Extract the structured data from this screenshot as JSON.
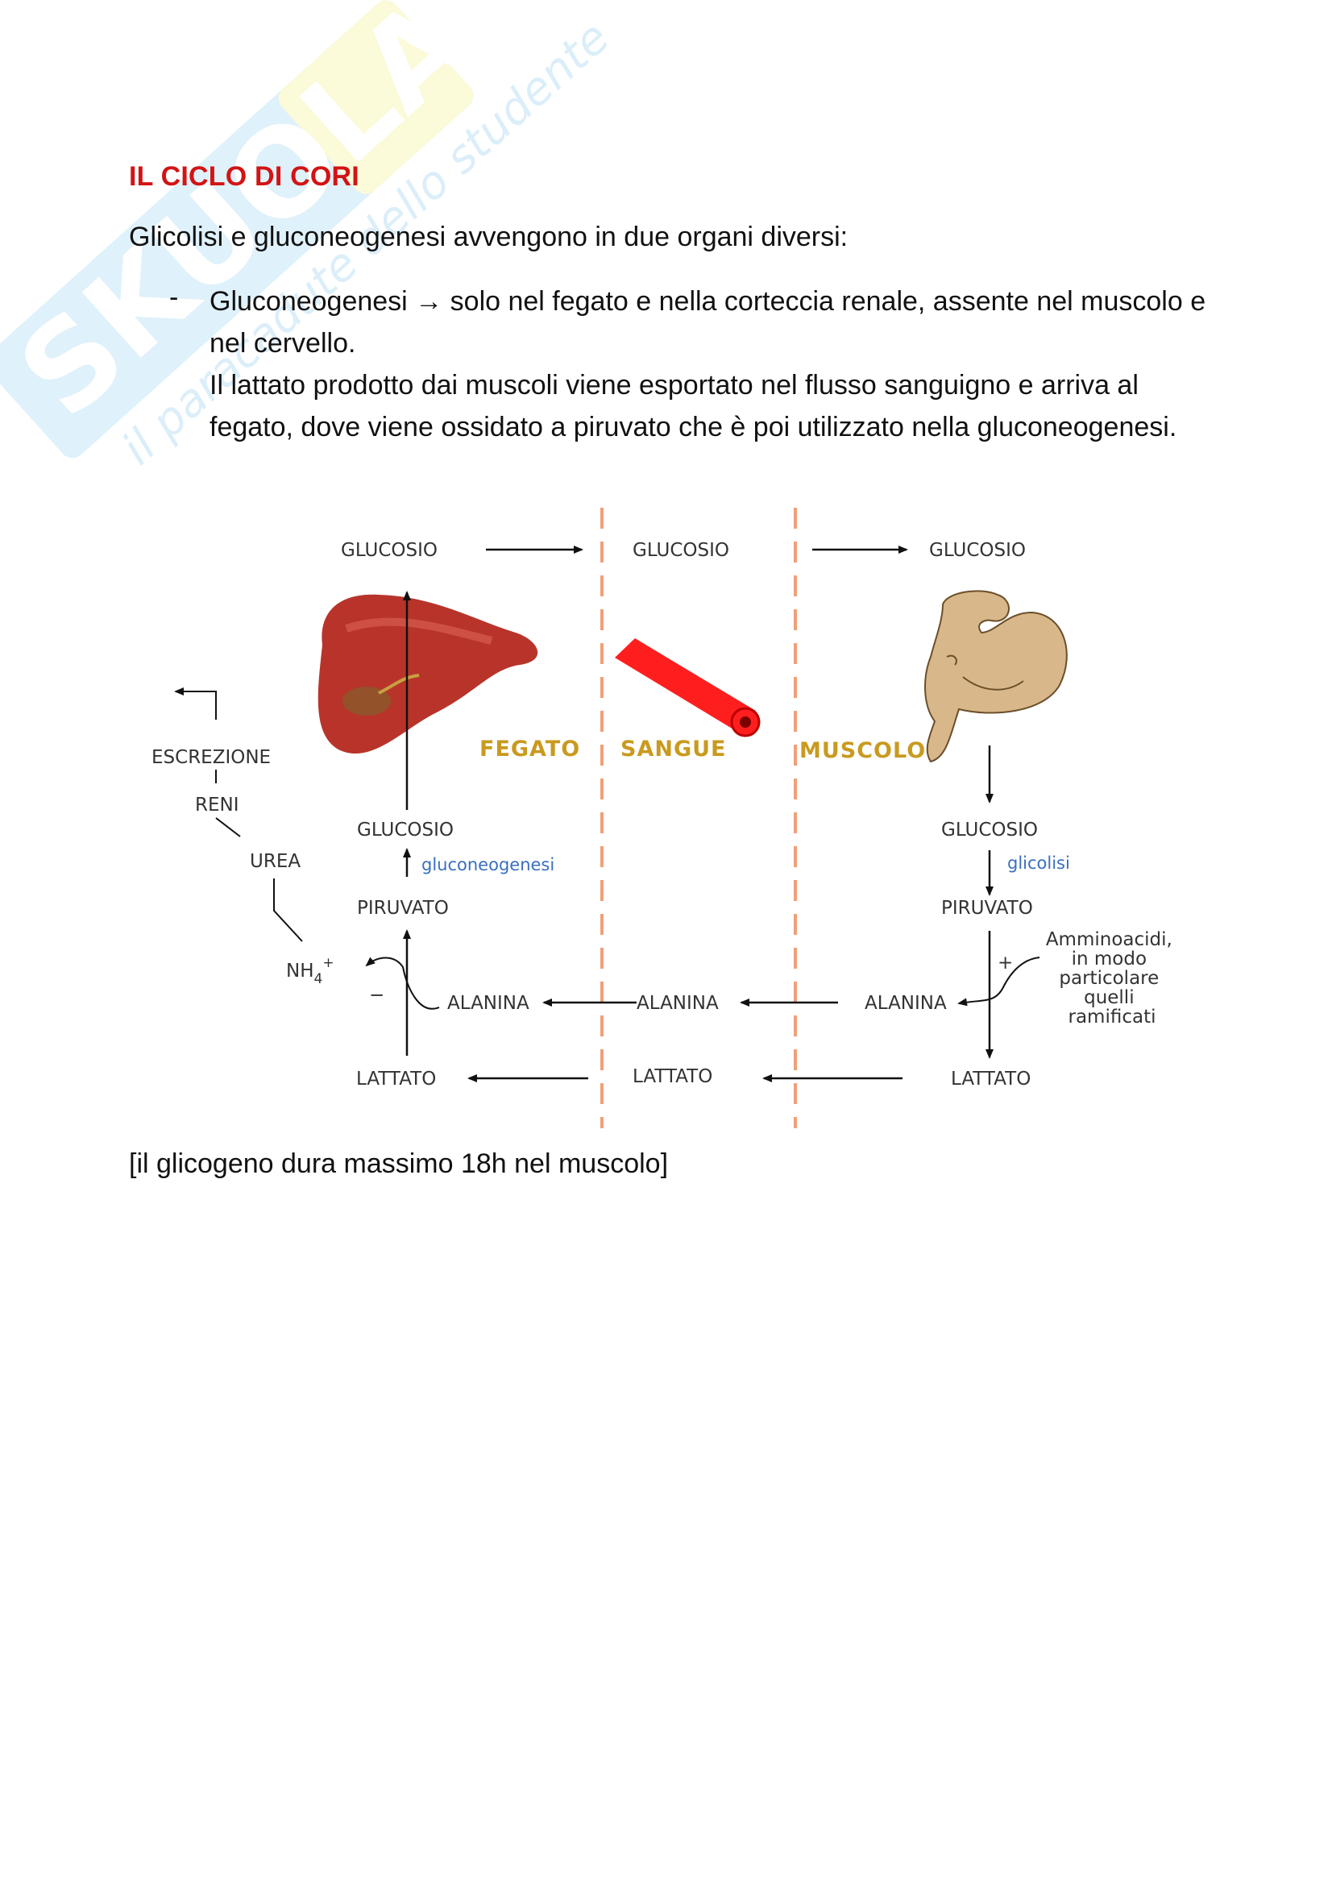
{
  "watermark": {
    "brand": "SKUOLA.net",
    "tagline": "il paracadute dello studente"
  },
  "doc": {
    "title": "IL CICLO DI CORI",
    "intro": "Glicolisi e gluconeogenesi avvengono in due organi diversi:",
    "bullet": {
      "dash": "-",
      "term": "Gluconeogenesi",
      "arrow": "→",
      "text_1": "solo nel fegato e nella corteccia renale, assente nel muscolo e nel cervello.",
      "text_2": "Il lattato prodotto dai muscoli viene esportato nel flusso sanguigno e arriva al fegato, dove viene ossidato a piruvato che è poi utilizzato nella gluconeogenesi."
    },
    "footnote": "[il glicogeno dura massimo 18h nel muscolo]"
  },
  "diagram": {
    "organs": {
      "liver": "FEGATO",
      "blood": "SANGUE",
      "muscle": "MUSCOLO"
    },
    "glucose": "GLUCOSIO",
    "pyruvate": "PIRUVATO",
    "alanine": "ALANINA",
    "lactate": "LATTATO",
    "gluconeogenesis": "gluconeogenesi",
    "glycolysis": "glicolisi",
    "urea": "UREA",
    "kidneys": "RENI",
    "excretion": "ESCREZIONE",
    "nh4": "NH",
    "nh4_sub": "4",
    "nh4_sup": "+",
    "minus": "−",
    "plus": "+",
    "amino_note": [
      "Amminoacidi,",
      "in modo",
      "particolare",
      "quelli",
      "ramificati"
    ],
    "colors": {
      "liver": "#b8342a",
      "vessel": "#ff1e1e",
      "muscle": "#d8b88a",
      "dashed_divider": "#f0a078",
      "accent_title": "#d21414"
    }
  }
}
